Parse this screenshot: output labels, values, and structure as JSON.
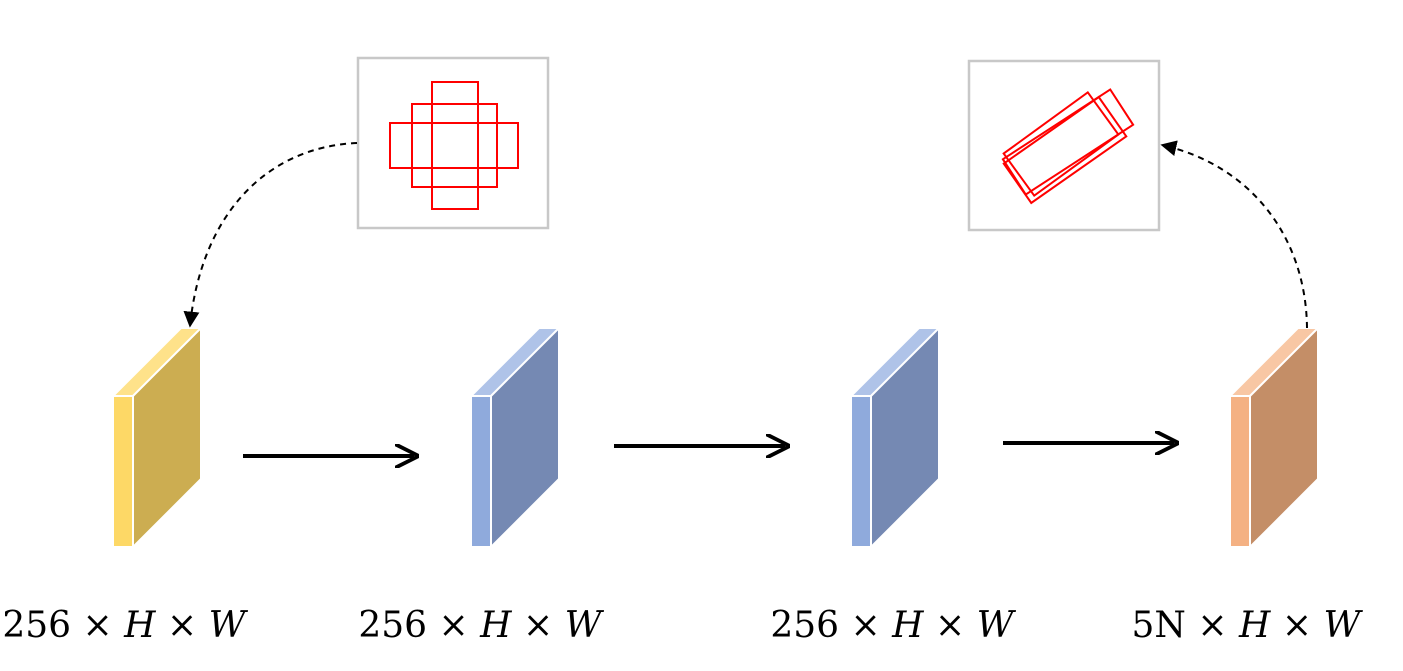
{
  "colors": {
    "yellow_front": "#FDD866",
    "yellow_side": "#CCAD51",
    "yellow_top": "#FEE28A",
    "blue_front": "#8FAADC",
    "blue_side": "#7589B3",
    "blue_top": "#AFC3E8",
    "orange_front": "#F4B183",
    "orange_side": "#C48E67",
    "orange_top": "#F8C7A4",
    "anchor_red": "#FF0000",
    "box_border": "#C8C8C8",
    "arrow": "#000000"
  },
  "tensors": [
    {
      "name": "input-feature-map",
      "color": "yellow",
      "label_num": "256",
      "label_h": "H",
      "label_w": "W"
    },
    {
      "name": "hidden-feature-map-1",
      "color": "blue",
      "label_num": "256",
      "label_h": "H",
      "label_w": "W"
    },
    {
      "name": "hidden-feature-map-2",
      "color": "blue",
      "label_num": "256",
      "label_h": "H",
      "label_w": "W"
    },
    {
      "name": "output-feature-map",
      "color": "orange",
      "label_num": "5N",
      "label_h": "H",
      "label_w": "W"
    }
  ],
  "symbols": {
    "times": "×"
  },
  "icons": {
    "horizontal_anchors": "horizontal-anchor-boxes-icon",
    "rotated_boxes": "rotated-boxes-icon"
  }
}
